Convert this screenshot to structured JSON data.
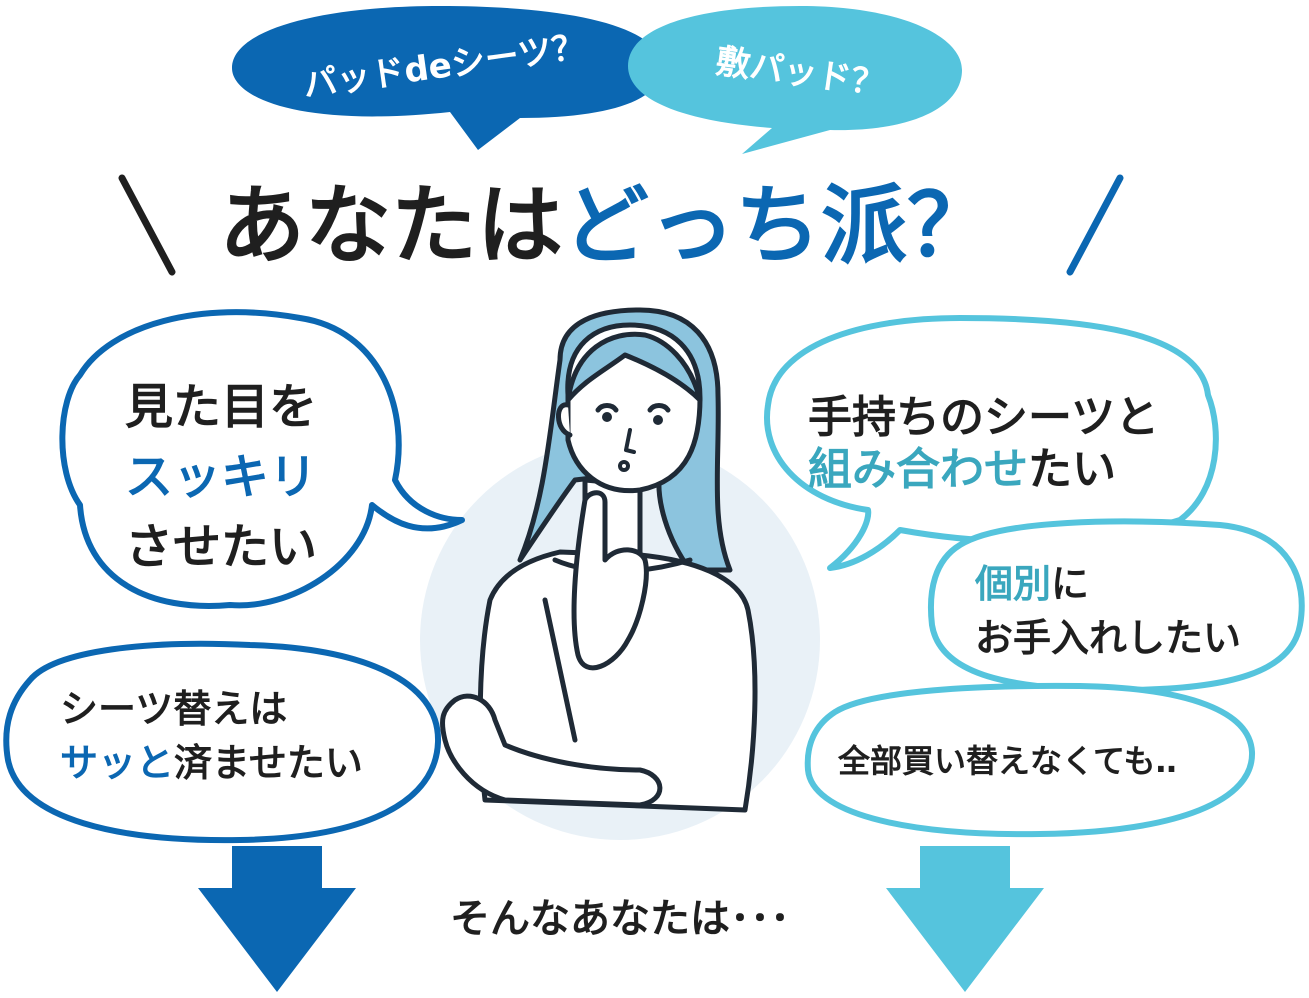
{
  "colors": {
    "dark_blue": "#0b67b2",
    "light_blue": "#55c4dd",
    "text": "#1f1f1f",
    "hair": "#8cc4de",
    "circle_bg": "#e9f1f7"
  },
  "top_bubbles": {
    "left": "パッドdeシーツ？",
    "right": "敷パッド？"
  },
  "headline": {
    "part1": "あなたは",
    "part2": "どっち派？"
  },
  "left_side": {
    "big_bubble": {
      "line1": "見た目を",
      "line2": "スッキリ",
      "line3": "させたい"
    },
    "small_bubble": {
      "line1": "シーツ替えは",
      "line2_highlight": "サッと",
      "line2_rest": "済ませたい"
    }
  },
  "right_side": {
    "big_bubble": {
      "line1": "手持ちのシーツと",
      "line2_highlight": "組み合わせ",
      "line2_rest": "たい"
    },
    "mid_bubble": {
      "line1_highlight": "個別",
      "line1_rest": "に",
      "line2": "お手入れしたい"
    },
    "small_bubble": {
      "line1": "全部買い替えなくても‥"
    }
  },
  "bottom_text": "そんなあなたは･･･",
  "icons": [
    "arrow-down-icon-left",
    "arrow-down-icon-right",
    "thinking-woman-illustration"
  ]
}
